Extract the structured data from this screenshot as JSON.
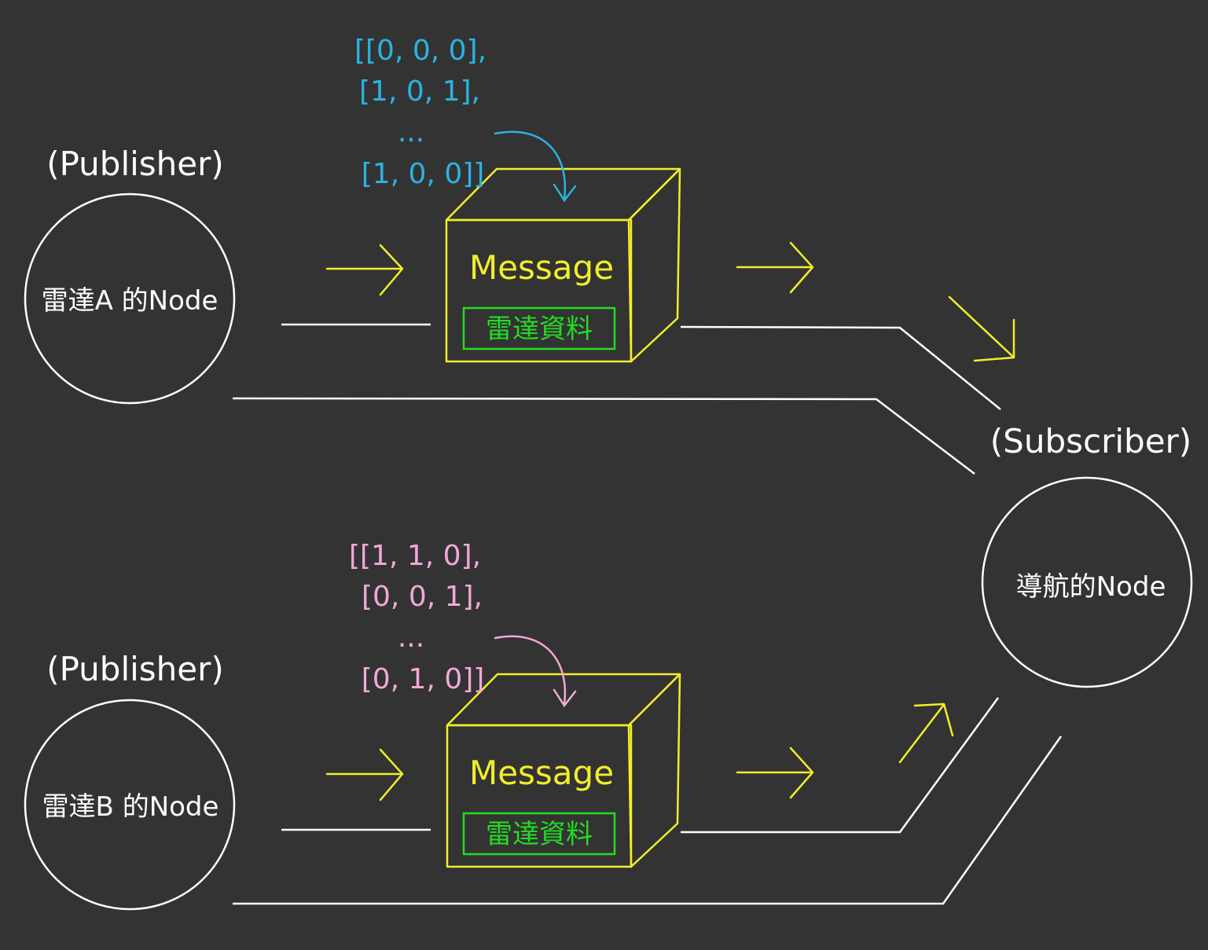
{
  "publisher_a": {
    "role": "(Publisher)",
    "node": "雷達A 的Node"
  },
  "publisher_b": {
    "role": "(Publisher)",
    "node": "雷達B 的Node"
  },
  "subscriber": {
    "role": "(Subscriber)",
    "node": "導航的Node"
  },
  "message_a": {
    "title": "Message",
    "body": "雷達資料",
    "array_lines": [
      "[[0, 0, 0],",
      "[1, 0, 1],",
      "...",
      "[1, 0, 0]]"
    ]
  },
  "message_b": {
    "title": "Message",
    "body": "雷達資料",
    "array_lines": [
      "[[1, 1, 0],",
      "[0, 0, 1],",
      "...",
      "[0, 1, 0]]"
    ]
  },
  "colors": {
    "background": "#333333",
    "line": "#ffffff",
    "message": "#f2ee2a",
    "payload": "#22dd22",
    "array_a": "#2bb3e0",
    "array_b": "#f2a8d8"
  }
}
